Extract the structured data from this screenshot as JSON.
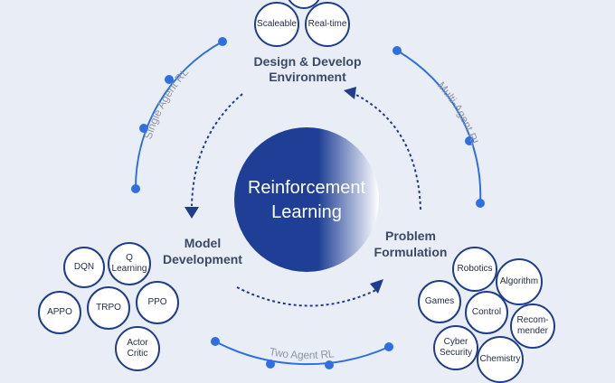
{
  "center": {
    "line1": "Reinforcement",
    "line2": "Learning"
  },
  "stages": {
    "design": {
      "line1": "Design & Develop",
      "line2": "Environment"
    },
    "problem": {
      "line1": "Problem",
      "line2": "Formulation"
    },
    "model": {
      "line1": "Model",
      "line2": "Development"
    }
  },
  "arc_labels": {
    "single": "Single Agent RL",
    "multi": "Multi-Agent RL",
    "two": "Two Agent RL"
  },
  "env_bubbles": [
    "Scaleable",
    "Real-time"
  ],
  "model_bubbles": [
    {
      "l1": "DQN",
      "l2": ""
    },
    {
      "l1": "Q",
      "l2": "Learning"
    },
    {
      "l1": "APPO",
      "l2": ""
    },
    {
      "l1": "TRPO",
      "l2": ""
    },
    {
      "l1": "PPO",
      "l2": ""
    },
    {
      "l1": "Actor",
      "l2": "Critic"
    }
  ],
  "problem_bubbles": [
    {
      "l1": "Robotics",
      "l2": ""
    },
    {
      "l1": "Algorithm",
      "l2": ""
    },
    {
      "l1": "Games",
      "l2": ""
    },
    {
      "l1": "Control",
      "l2": ""
    },
    {
      "l1": "Recom-",
      "l2": "mender"
    },
    {
      "l1": "Cyber",
      "l2": "Security"
    },
    {
      "l1": "Chemistry",
      "l2": ""
    }
  ],
  "colors": {
    "background": "#e9eef6",
    "accent_blue": "#2f6fe0",
    "dark_blue": "#1f3d8c",
    "label_gray": "#3a4a66",
    "arc_label_gray": "#8f96a6"
  }
}
